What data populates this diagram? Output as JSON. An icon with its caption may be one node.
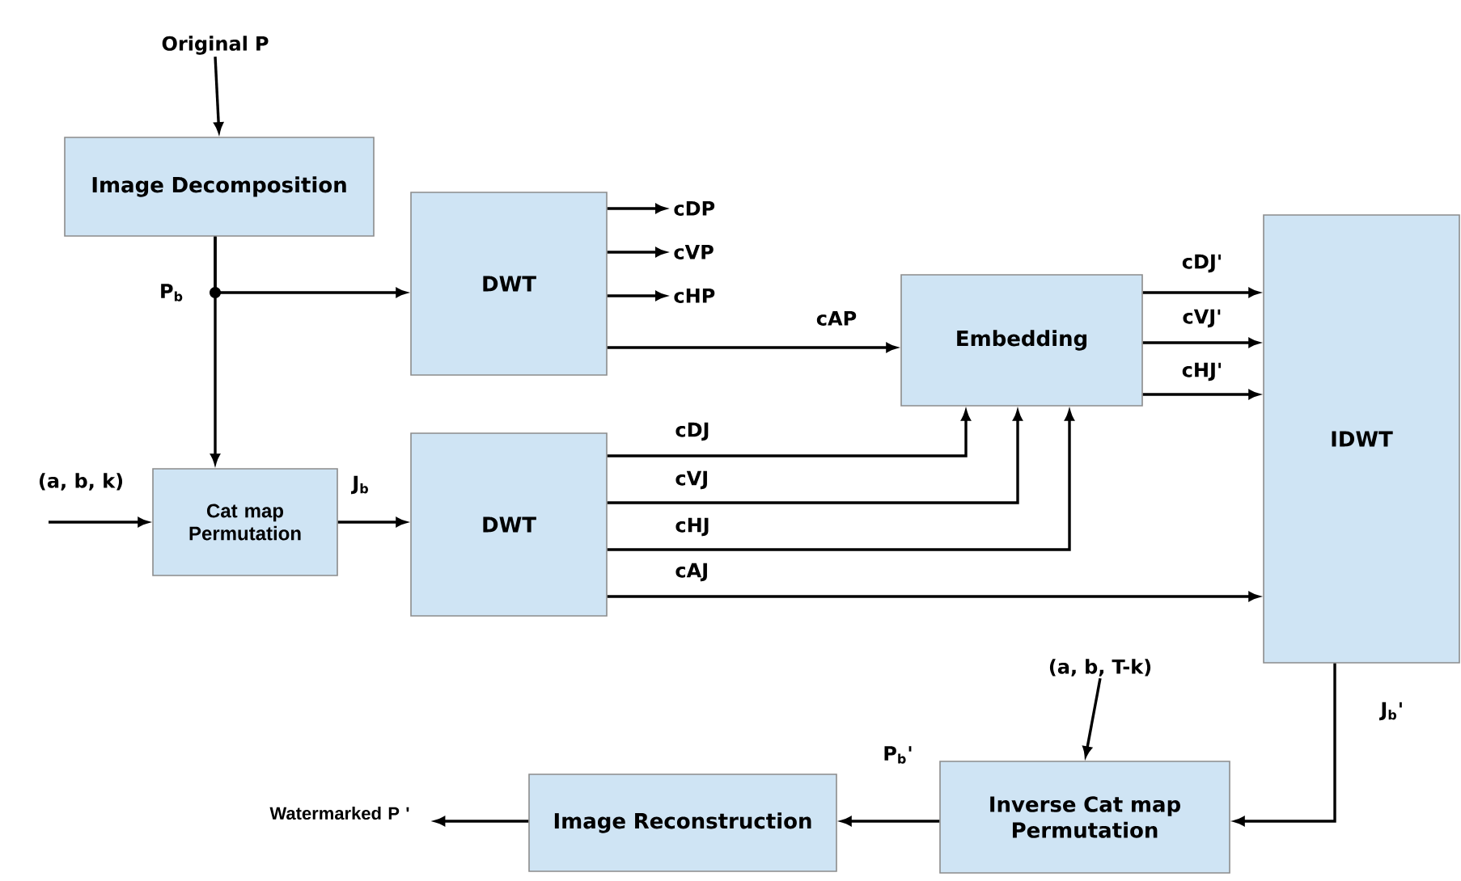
{
  "diagram": {
    "nodes": [
      {
        "text": [
          "Original P"
        ]
      },
      {
        "text": [
          "Image Decomposition"
        ]
      },
      {
        "text": [
          "DWT"
        ]
      },
      {
        "text": [
          "cDP"
        ]
      },
      {
        "text": [
          "cVP"
        ]
      },
      {
        "text": [
          "cHP"
        ]
      },
      {
        "text": [
          "Embedding"
        ]
      },
      {
        "text": [
          "IDWT"
        ]
      },
      {
        "text": [
          "Cat map Permutation"
        ]
      },
      {
        "text": [
          "DWT"
        ]
      },
      {
        "text": [
          "(a, b, T-k)"
        ]
      },
      {
        "text": [
          "Watermarked P '"
        ]
      },
      {
        "text": [
          "Image Reconstruction"
        ]
      },
      {
        "text": [
          "Inverse Cat map Permutation"
        ]
      }
    ],
    "edges": [
      {
        "from": 0,
        "to": 1,
        "arrow": "to"
      },
      {
        "from": 1,
        "to": 2,
        "arrow": "to",
        "label": "P$_{b}$"
      },
      {
        "from": 1,
        "to": 8,
        "arrow": "to"
      },
      {
        "from": 2,
        "to": 3,
        "arrow": "to"
      },
      {
        "from": 2,
        "to": 4,
        "arrow": "to"
      },
      {
        "from": 2,
        "to": 5,
        "arrow": "to"
      },
      {
        "from": 2,
        "to": 6,
        "arrow": "to",
        "label": "cAP"
      },
      {
        "from": null,
        "to": 8,
        "arrow": "to",
        "label": "(a, b, k)"
      },
      {
        "from": 8,
        "to": 9,
        "arrow": "to",
        "label": "J$_{b}$"
      },
      {
        "from": 9,
        "to": 6,
        "arrow": "to",
        "label": "cDJ"
      },
      {
        "from": 9,
        "to": 6,
        "arrow": "to",
        "label": "cVJ"
      },
      {
        "from": 9,
        "to": 6,
        "arrow": "to",
        "label": "cHJ"
      },
      {
        "from": 9,
        "to": 7,
        "arrow": "to",
        "label": "cAJ"
      },
      {
        "from": 6,
        "to": 7,
        "arrow": "to",
        "label": "cDJ'"
      },
      {
        "from": 6,
        "to": 7,
        "arrow": "to",
        "label": "cVJ'"
      },
      {
        "from": 6,
        "to": 7,
        "arrow": "to",
        "label": "cHJ'"
      },
      {
        "from": 7,
        "to": 13,
        "arrow": "to",
        "label": "J$_{b}$'"
      },
      {
        "from": 10,
        "to": 13,
        "arrow": "to"
      },
      {
        "from": 13,
        "to": 12,
        "arrow": "to",
        "label": "P$_{b}$'"
      },
      {
        "from": 12,
        "to": 11,
        "arrow": "to"
      }
    ]
  }
}
